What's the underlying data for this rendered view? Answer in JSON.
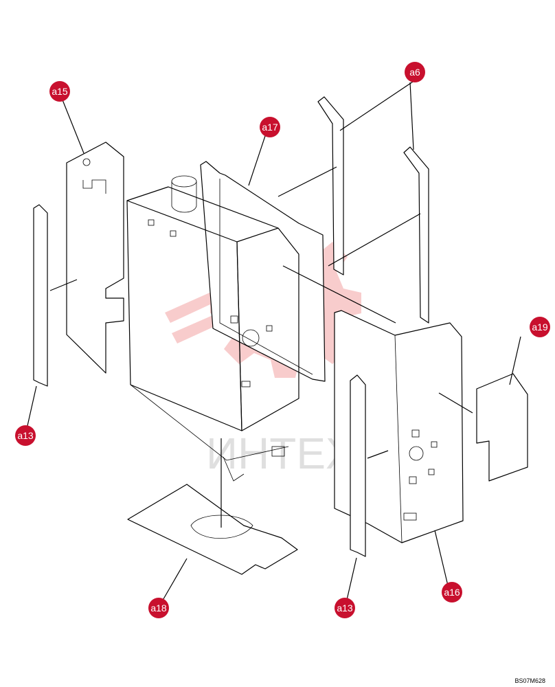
{
  "callouts": {
    "a15": "a15",
    "a17": "a17",
    "a6": "a6",
    "a19": "a19",
    "a13_left": "a13",
    "a13_bottom": "a13",
    "a16": "a16",
    "a18": "a18"
  },
  "watermark": {
    "text": "ИНТЕХ"
  },
  "figure_code": "BS07M628",
  "colors": {
    "badge": "#c8102e",
    "watermark": "#f4b4b4"
  }
}
